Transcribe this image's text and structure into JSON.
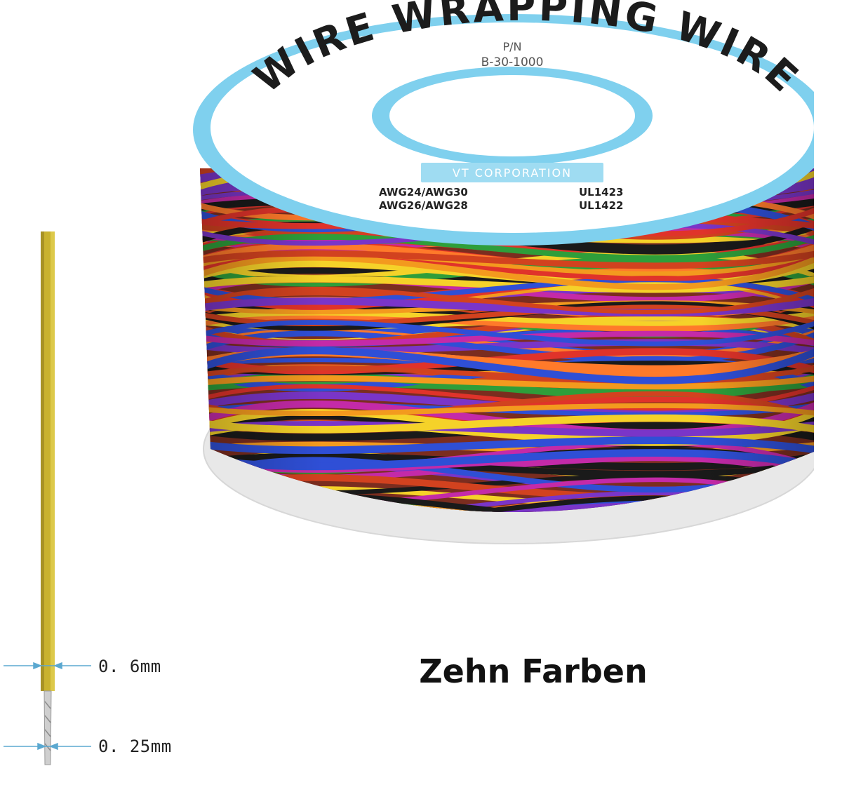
{
  "spool": {
    "label_arc": "WIRE WRAPPING WIRE",
    "part_label": "P/N",
    "part_number": "B-30-1000",
    "badge": "VT CORPORATION",
    "spec_row_1_left": "AWG24/AWG30",
    "spec_row_1_right": "UL1423",
    "spec_row_2_left": "AWG26/AWG28",
    "spec_row_2_right": "UL1422"
  },
  "dimensions": {
    "outer": "0. 6mm",
    "core": "0. 25mm"
  },
  "caption": "Zehn Farben",
  "colors": {
    "flange_blue": "#7fd0ee",
    "wire_yellow": "#c9b22e",
    "dimension_line": "#5ba8d0"
  },
  "wire_colors": [
    "#e0332a",
    "#f39a1e",
    "#f5d229",
    "#2e9e3a",
    "#2f4fd6",
    "#7a35c8",
    "#c42aa8",
    "#1a1a1a",
    "#d2421f",
    "#ff7a2a"
  ]
}
